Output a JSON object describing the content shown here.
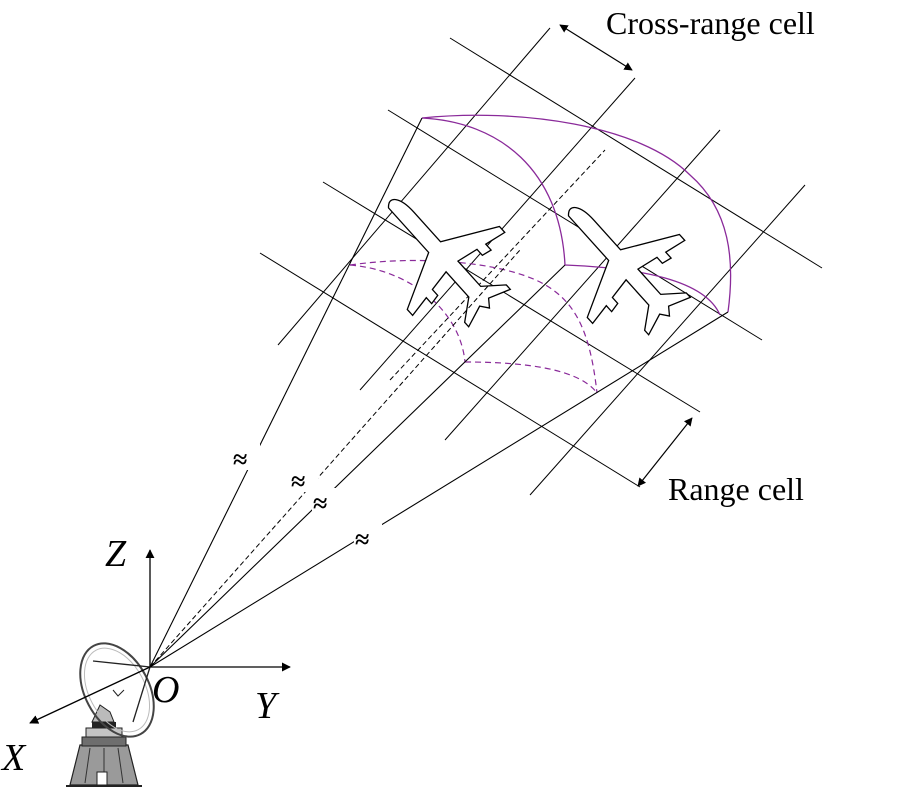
{
  "figure": {
    "title": "ISAR imaging geometry",
    "colors": {
      "arc": "#8a2a9a",
      "line": "#000000",
      "background": "#ffffff",
      "tower": "#9a9a9a"
    }
  },
  "labels": {
    "cross_range_cell": "Cross-range cell",
    "range_cell": "Range cell",
    "axis_x": "X",
    "axis_y": "Y",
    "axis_z": "Z",
    "origin": "O",
    "break_symbol": "≈"
  },
  "elements": {
    "targets": [
      "aircraft-1",
      "aircraft-2"
    ],
    "radar": "radar-antenna",
    "rays_count": 4
  }
}
